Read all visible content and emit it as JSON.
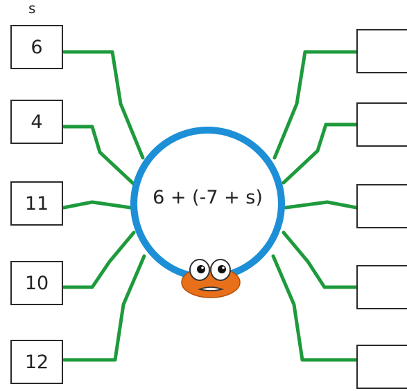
{
  "variable_label": "s",
  "expression": "6 + (-7 + s)",
  "inputs": [
    "6",
    "4",
    "11",
    "10",
    "12"
  ],
  "outputs": [
    "",
    "",
    "",
    "",
    ""
  ],
  "colors": {
    "wire": "#1e9a3c",
    "ring": "#1d8fd6",
    "creature_body": "#e8701a"
  },
  "icons": [
    "spider-creature-icon"
  ]
}
